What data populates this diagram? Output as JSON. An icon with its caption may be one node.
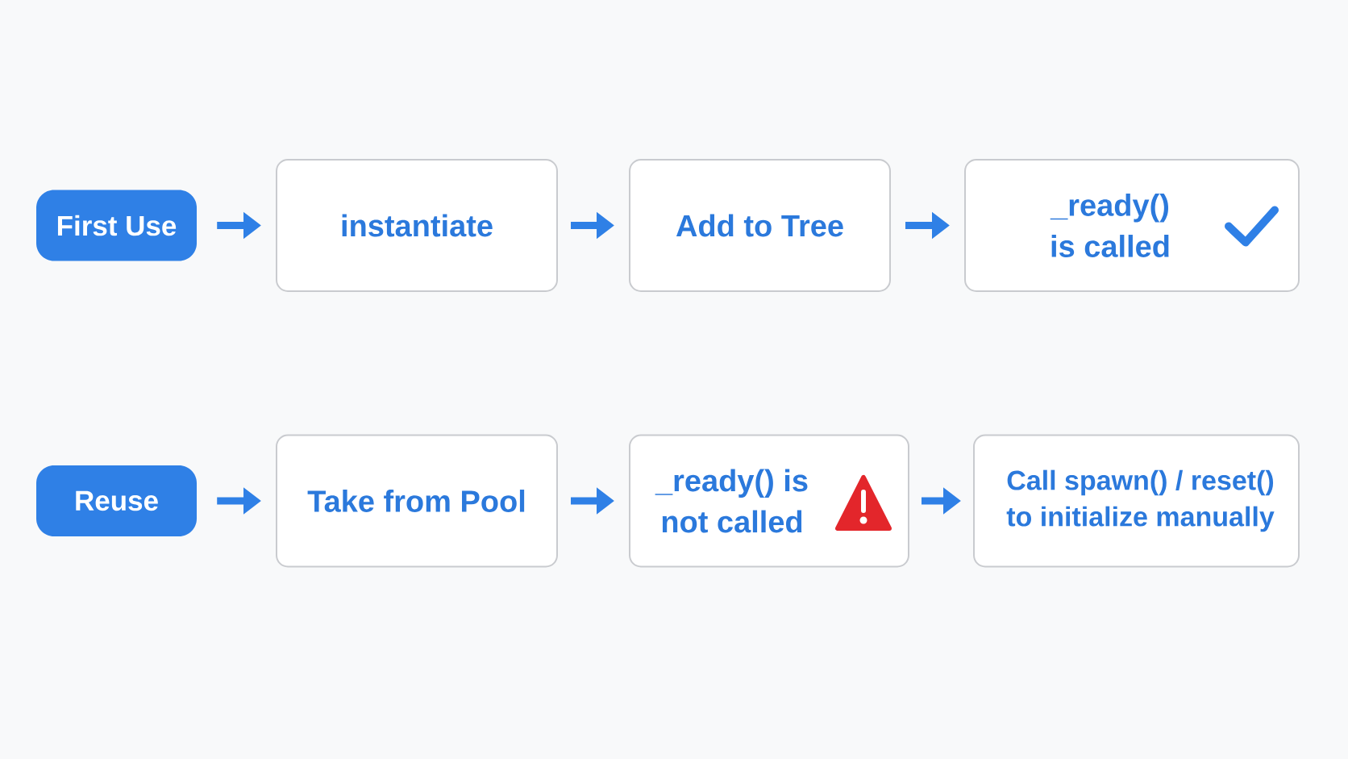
{
  "diagram": {
    "nodes": [
      {
        "text": [
          "First Use"
        ]
      },
      {
        "text": [
          "instantiate"
        ]
      },
      {
        "text": [
          "Add to Tree"
        ]
      },
      {
        "text": [
          "_ready() is called"
        ]
      },
      {
        "text": [
          "Reuse"
        ]
      },
      {
        "text": [
          "Take from Pool"
        ]
      },
      {
        "text": [
          "_ready() is not called"
        ]
      },
      {
        "text": [
          "Call spawn() / reset() to initialize manually"
        ]
      }
    ],
    "edges": [
      {
        "from": 0,
        "to": 1,
        "arrow": "to"
      },
      {
        "from": 1,
        "to": 2,
        "arrow": "to"
      },
      {
        "from": 2,
        "to": 3,
        "arrow": "to"
      },
      {
        "from": 4,
        "to": 5,
        "arrow": "to"
      },
      {
        "from": 5,
        "to": 6,
        "arrow": "to"
      },
      {
        "from": 6,
        "to": 7,
        "arrow": "to"
      }
    ]
  }
}
